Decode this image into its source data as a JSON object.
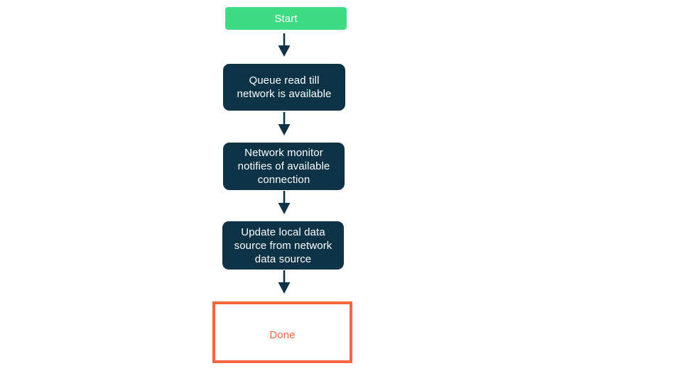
{
  "diagram": {
    "type": "flowchart",
    "orientation": "top-to-bottom",
    "background_color": "#ffffff",
    "colors": {
      "start_fill": "#3ddc84",
      "start_text": "#ffffff",
      "process_fill": "#0e3346",
      "process_text": "#ffffff",
      "done_border": "#f4683c",
      "done_text": "#f4683c",
      "done_fill": "#ffffff",
      "arrow": "#0e3346"
    },
    "nodes": [
      {
        "id": "start",
        "shape": "rounded-rectangle-filled",
        "label": "Start"
      },
      {
        "id": "queue-read",
        "shape": "rounded-rectangle-filled",
        "label": "Queue read till\nnetwork is available"
      },
      {
        "id": "network-monitor",
        "shape": "rounded-rectangle-filled",
        "label": "Network monitor\nnotifies of available\nconnection"
      },
      {
        "id": "update-local",
        "shape": "rounded-rectangle-filled",
        "label": "Update local data\nsource from network\ndata source"
      },
      {
        "id": "done",
        "shape": "rectangle-outlined",
        "label": "Done"
      }
    ],
    "edges": [
      {
        "id": "edge-1",
        "from": "start",
        "to": "queue-read",
        "marker": "arrow-down"
      },
      {
        "id": "edge-2",
        "from": "queue-read",
        "to": "network-monitor",
        "marker": "arrow-down"
      },
      {
        "id": "edge-3",
        "from": "network-monitor",
        "to": "update-local",
        "marker": "arrow-down"
      },
      {
        "id": "edge-4",
        "from": "update-local",
        "to": "done",
        "marker": "arrow-down"
      }
    ]
  }
}
